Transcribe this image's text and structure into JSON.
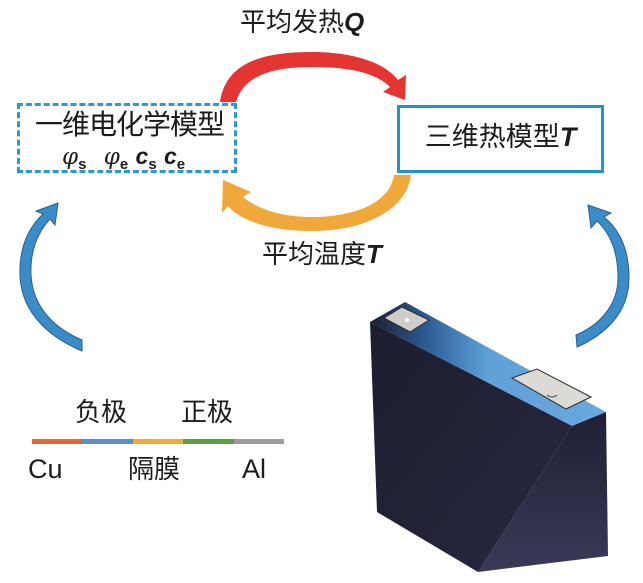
{
  "diagram": {
    "model_1d": {
      "title": "一维电化学模型",
      "variables": [
        {
          "symbol": "φ",
          "subscript": "s"
        },
        {
          "symbol": "φ",
          "subscript": "e"
        },
        {
          "symbol": "c",
          "subscript": "s"
        },
        {
          "symbol": "c",
          "subscript": "e"
        }
      ],
      "border_color": "#2b9ad3"
    },
    "model_3d": {
      "title": "三维热模型",
      "variable": "T",
      "border_color": "#1f95cf"
    },
    "arrow_top": {
      "label": "平均发热",
      "variable": "Q",
      "color": "#e53532",
      "direction": "1D model → 3D model"
    },
    "arrow_bottom": {
      "label": "平均温度",
      "variable": "T",
      "color": "#f0a83a",
      "direction": "3D model → 1D model"
    },
    "side_arrows": {
      "color": "#3a8cc9",
      "left": "cell layers → 1D model",
      "right": "battery cell → 3D model"
    },
    "layers": {
      "labels": {
        "negative": "负极",
        "positive": "正极",
        "separator": "隔膜",
        "cu": "Cu",
        "al": "Al"
      },
      "segments": [
        {
          "name": "Cu",
          "color": "#e06a35"
        },
        {
          "name": "负极",
          "color": "#5a8fc9"
        },
        {
          "name": "隔膜",
          "color": "#f2ac36"
        },
        {
          "name": "正极",
          "color": "#5c9e44"
        },
        {
          "name": "Al",
          "color": "#a09c9c"
        }
      ]
    },
    "battery": {
      "body_color": "#24253a",
      "top_color": "#5fa1d8",
      "terminal_color": "#d8d6d2"
    }
  }
}
